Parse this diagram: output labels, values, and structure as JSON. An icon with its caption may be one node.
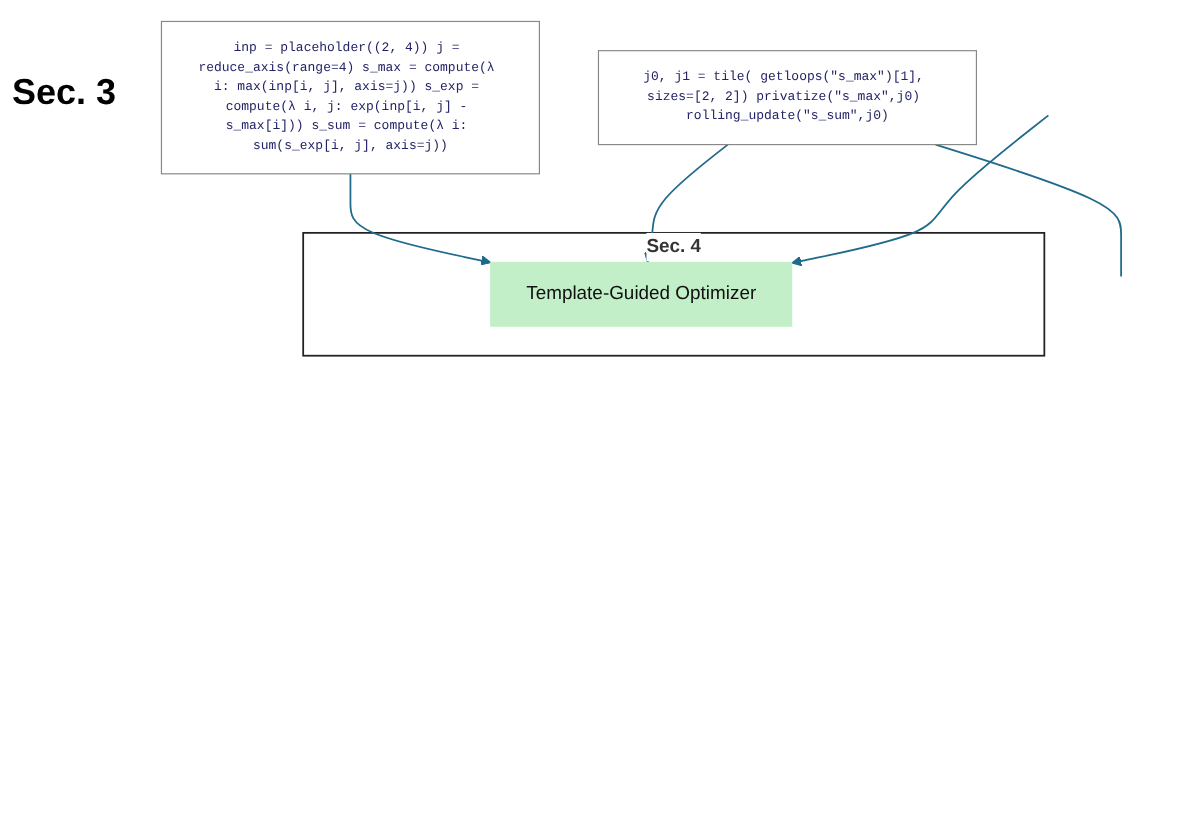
{
  "diagram": {
    "nodes": [
      {
        "text": [
          "inp = placeholder((2, 4)) j = reduce_axis(range=4) s_max = compute(λ i: max(inp[i, j], axis=j)) s_exp = compute(λ i, j: exp(inp[i, j] - s_max[i])) s_sum = compute(λ i: sum(s_exp[i, j], axis=j))"
        ]
      },
      {
        "text": [
          "j0, j1 = tile( getloops(\"s_max\")[1], sizes=[2, 2]) privatize(\"s_max\",j0) rolling_update(\"s_sum\",j0)"
        ]
      },
      {
        "text": [
          "Sec. 4"
        ]
      },
      {
        "text": [
          "Template-Guided Optimizer"
        ],
        "in": 2
      }
    ],
    "edges": [
      {
        "from": 0,
        "to": 3,
        "arrow": "to",
        "color": "#1f6a8a"
      },
      {
        "from": 1,
        "to": 3,
        "arrow": "to",
        "color": "#1f6a8a"
      },
      {
        "from": 1,
        "to": null,
        "arrow": "none",
        "color": "#1f6a8a"
      },
      {
        "from": null,
        "to": 3,
        "arrow": "to",
        "color": "#1f6a8a"
      }
    ],
    "labels": [
      "Sec. 3"
    ]
  }
}
